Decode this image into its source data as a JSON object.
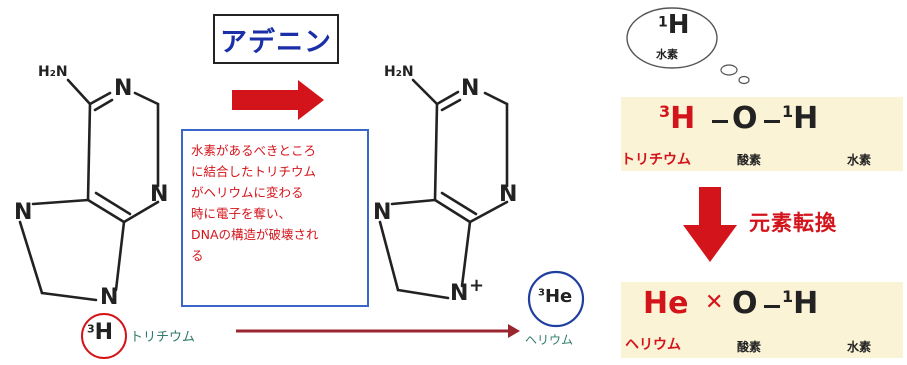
{
  "title": "アデニン",
  "note_lines": [
    "水素があるべきところ",
    "に結合したトリチウム",
    "がヘリウムに変わる",
    "時に電子を奪い、",
    "DNAの構造が破壊され",
    "る"
  ],
  "left_molecule": {
    "amine": "H₂N",
    "n_atoms": [
      "N",
      "N",
      "N",
      "N"
    ]
  },
  "right_molecule": {
    "amine": "H₂N",
    "n_atoms": [
      "N",
      "N",
      "N",
      "N"
    ],
    "charge": "+"
  },
  "tritium_mass": "3",
  "tritium_symbol": "H",
  "tritium_label": "トリチウム",
  "helium_mass": "3",
  "helium_symbol": "He",
  "helium_label": "ヘリウム",
  "bubble": {
    "mass": "1",
    "symbol": "H",
    "label": "水素"
  },
  "water_top": {
    "tritium_mass": "3",
    "tritium_symbol": "H",
    "oxygen": "O",
    "hydrogen_mass": "1",
    "hydrogen_symbol": "H",
    "label_tritium": "トリチウム",
    "label_oxygen": "酸素",
    "label_hydrogen": "水素"
  },
  "transmutation_label": "元素転換",
  "water_bottom": {
    "helium_symbol": "He",
    "broken_bond": "✕",
    "oxygen": "O",
    "hydrogen_mass": "1",
    "hydrogen_symbol": "H",
    "label_helium": "ヘリウム",
    "label_oxygen": "酸素",
    "label_hydrogen": "水素"
  },
  "colors": {
    "red": "#d4141b",
    "blue_title": "#1a2fa8",
    "note_border": "#3a66c8",
    "panel_bg": "#faf3d6",
    "bond": "#222222",
    "long_arrow": "#9a2630",
    "label_green": "#2d7b6b"
  }
}
